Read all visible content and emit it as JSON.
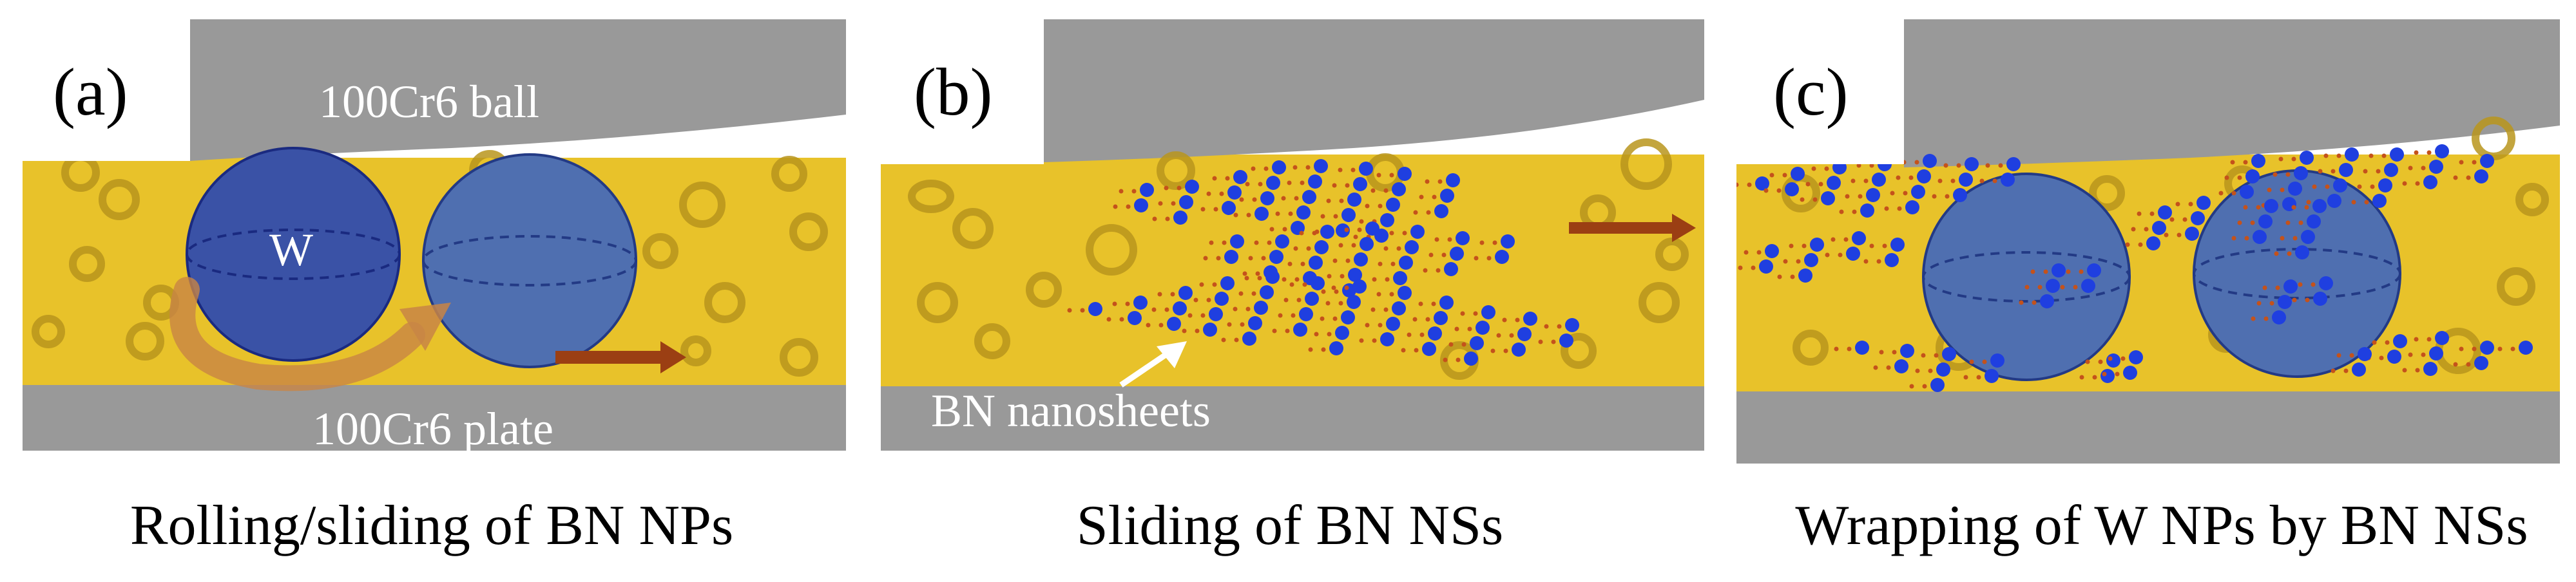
{
  "figure": {
    "panels": [
      {
        "id": "a",
        "tag": "(a)",
        "ball_label": "100Cr6 ball",
        "plate_label": "100Cr6 plate",
        "particle_label": "W",
        "caption": "Rolling/sliding of BN NPs"
      },
      {
        "id": "b",
        "tag": "(b)",
        "annotation": "BN nanosheets",
        "caption": "Sliding of BN NSs"
      },
      {
        "id": "c",
        "tag": "(c)",
        "caption": "Wrapping of W NPs by BN NSs"
      }
    ],
    "colors": {
      "lubricant": "#e8c22a",
      "steel": "#999999",
      "particle_a": "#3a52a6",
      "particle_wrapped": "#4f6fb0",
      "bn_dot": "#1f3fe0",
      "bn_small_dot": "#c4521b",
      "arrow": "#9b3f13",
      "ring": "#b8951c"
    }
  }
}
